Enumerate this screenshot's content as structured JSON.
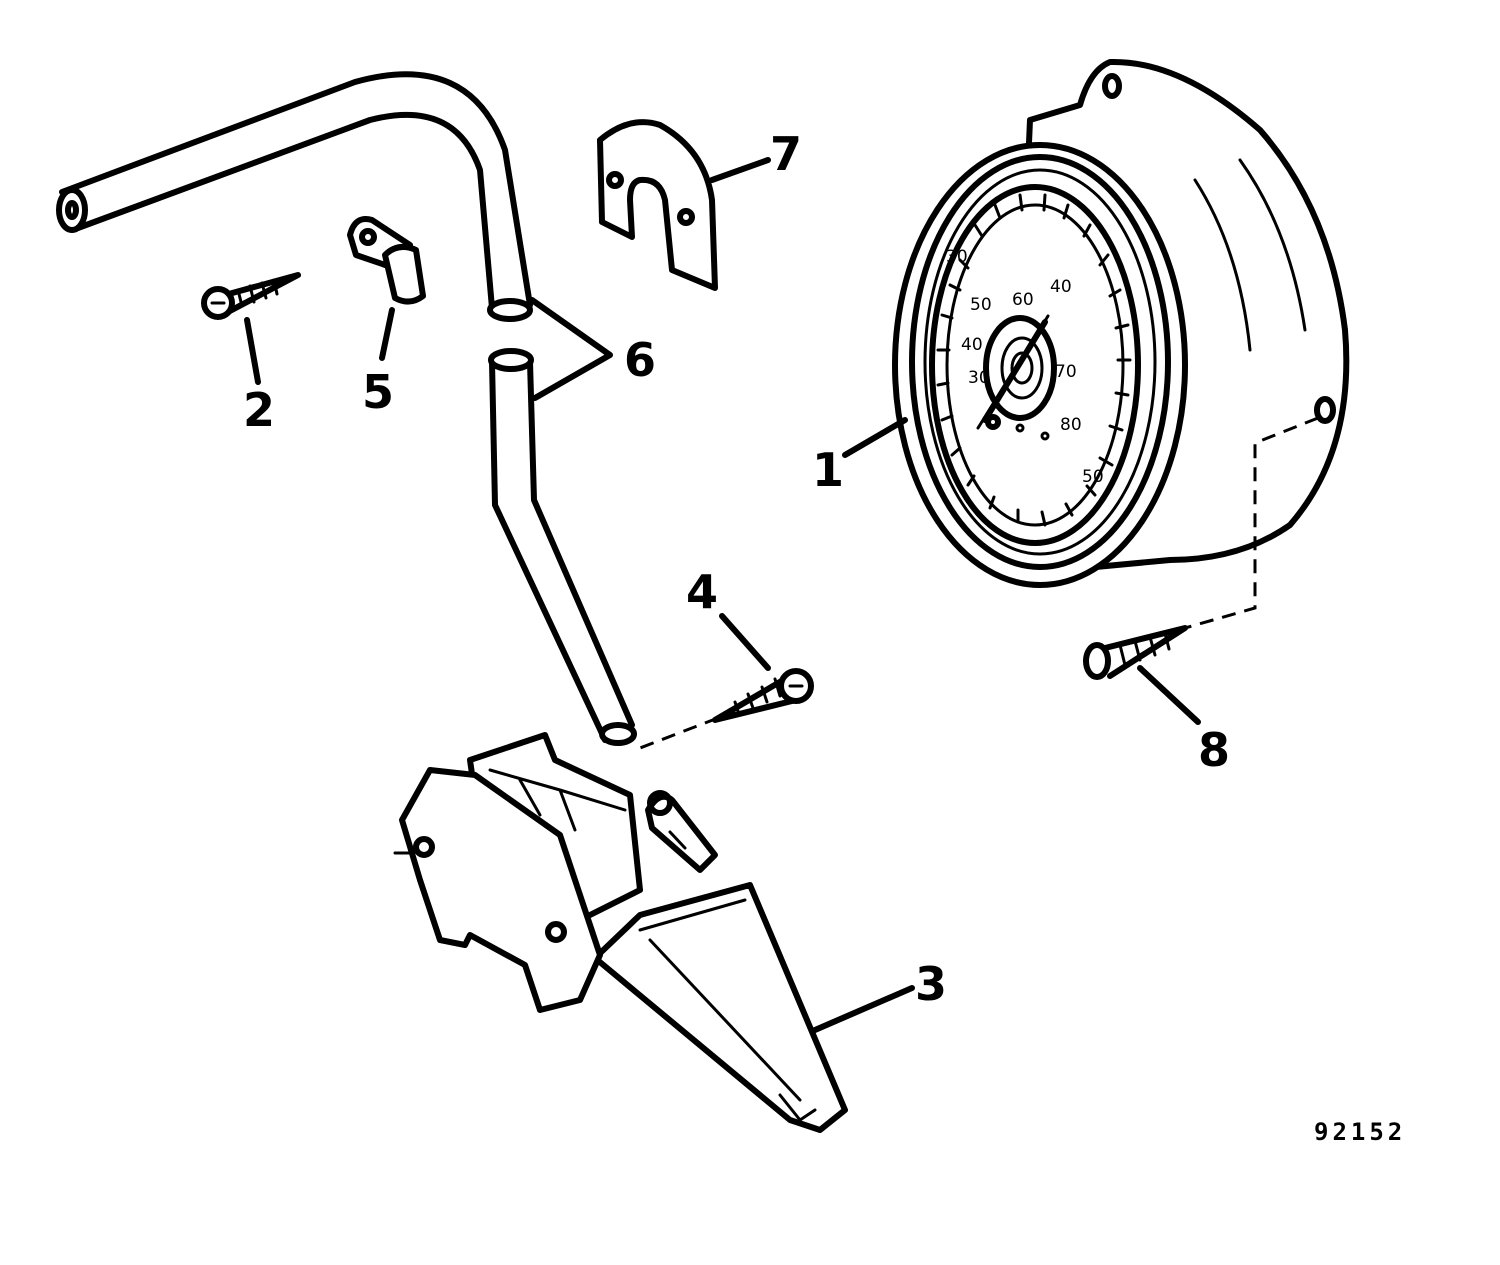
{
  "callouts": {
    "c1": "1",
    "c2": "2",
    "c3": "3",
    "c4": "4",
    "c5": "5",
    "c6": "6",
    "c7": "7",
    "c8": "8"
  },
  "dial": {
    "numbers": [
      "30",
      "50",
      "60",
      "40",
      "40",
      "70",
      "30",
      "80",
      "50"
    ]
  },
  "figure_number": "92152"
}
